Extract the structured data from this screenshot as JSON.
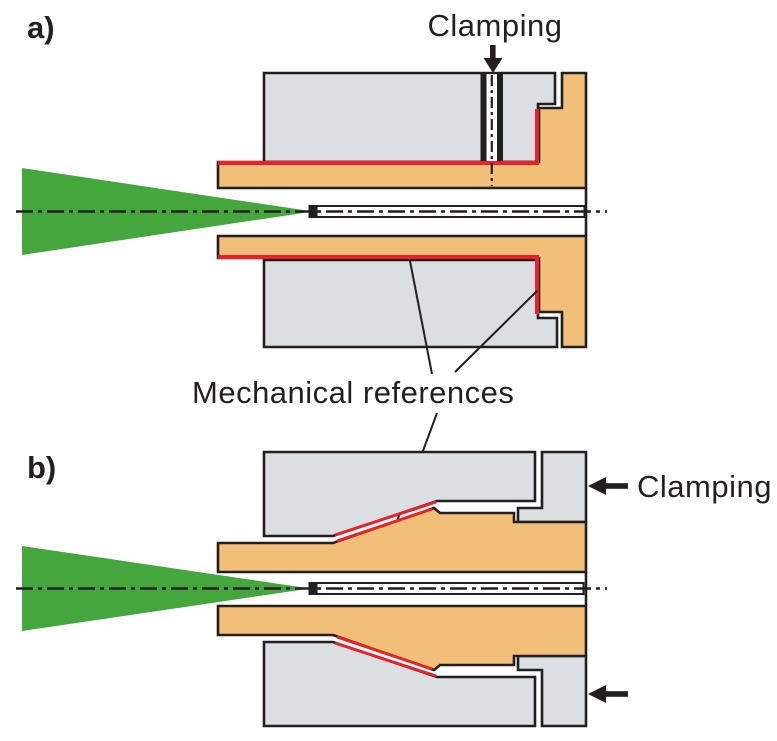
{
  "figure": {
    "panel_a_label": "a)",
    "panel_b_label": "b)",
    "clamping_top_label": "Clamping",
    "clamping_right_label": "Clamping",
    "mechanical_references_label": "Mechanical references"
  },
  "colors": {
    "block_gray": "#dbdee2",
    "part_orange": "#f2bf78",
    "beam_green": "#46a63e",
    "reference_red": "#ec2027",
    "outline_black": "#231f20",
    "background": "#ffffff"
  }
}
